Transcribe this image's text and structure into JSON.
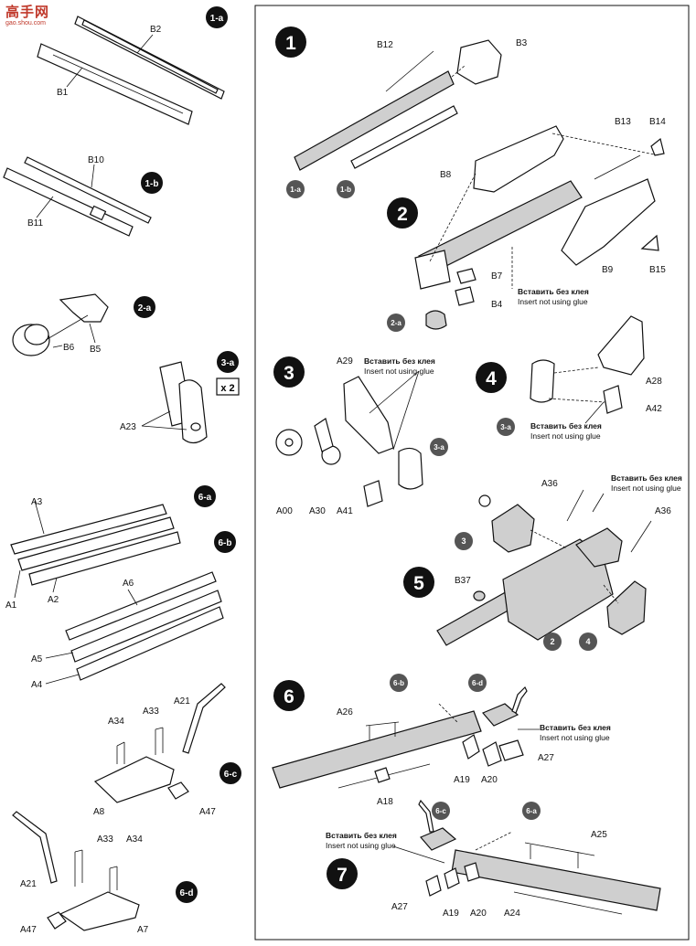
{
  "logo": {
    "main": "高手网",
    "sub": "gao.shou.com"
  },
  "colors": {
    "badge": "#555555",
    "step": "#111111",
    "gray_part": "#cfcfcf"
  },
  "note": {
    "ru": "Вставить без клея",
    "en": "Insert not using glue"
  },
  "sub_badges": {
    "b1a": "1-a",
    "b1b": "1-b",
    "b2a": "2-a",
    "b3a": "3-a",
    "b6a": "6-a",
    "b6b": "6-b",
    "b6c": "6-c",
    "b6d": "6-d"
  },
  "quantity": "x 2",
  "steps": {
    "s1": "1",
    "s2": "2",
    "s3": "3",
    "s4": "4",
    "s5": "5",
    "s6": "6",
    "s7": "7"
  },
  "ref": {
    "r1a": "1-a",
    "r1b": "1-b",
    "r2a": "2-a",
    "r3a_s3": "3-a",
    "r3a_s4": "3-a",
    "r3_s5": "3",
    "r2_s5": "2",
    "r4_s5": "4",
    "r6b": "6-b",
    "r6d": "6-d",
    "r6c": "6-c",
    "r6a": "6-a"
  },
  "labels": {
    "B2": "B2",
    "B1": "B1",
    "B10": "B10",
    "B11": "B11",
    "B6": "B6",
    "B5": "B5",
    "A23": "A23",
    "A3": "A3",
    "A1": "A1",
    "A2": "A2",
    "A6": "A6",
    "A5": "A5",
    "A4": "A4",
    "A21_c": "A21",
    "A33_c": "A33",
    "A34_c": "A34",
    "A8": "A8",
    "A47_c": "A47",
    "A33_d": "A33",
    "A34_d": "A34",
    "A21_d": "A21",
    "A47_d": "A47",
    "A7": "A7",
    "B12": "B12",
    "B3": "B3",
    "B13": "B13",
    "B14": "B14",
    "B8": "B8",
    "B7": "B7",
    "B4": "B4",
    "B9": "B9",
    "B15": "B15",
    "A29": "A29",
    "A00": "A00",
    "A30": "A30",
    "A41": "A41",
    "A28": "A28",
    "A42": "A42",
    "A36_1": "A36",
    "A36_2": "A36",
    "B37": "B37",
    "A26": "A26",
    "A19_6": "A19",
    "A20_6": "A20",
    "A27_6": "A27",
    "A18": "A18",
    "A25": "A25",
    "A27_7": "A27",
    "A19_7": "A19",
    "A20_7": "A20",
    "A24": "A24"
  }
}
